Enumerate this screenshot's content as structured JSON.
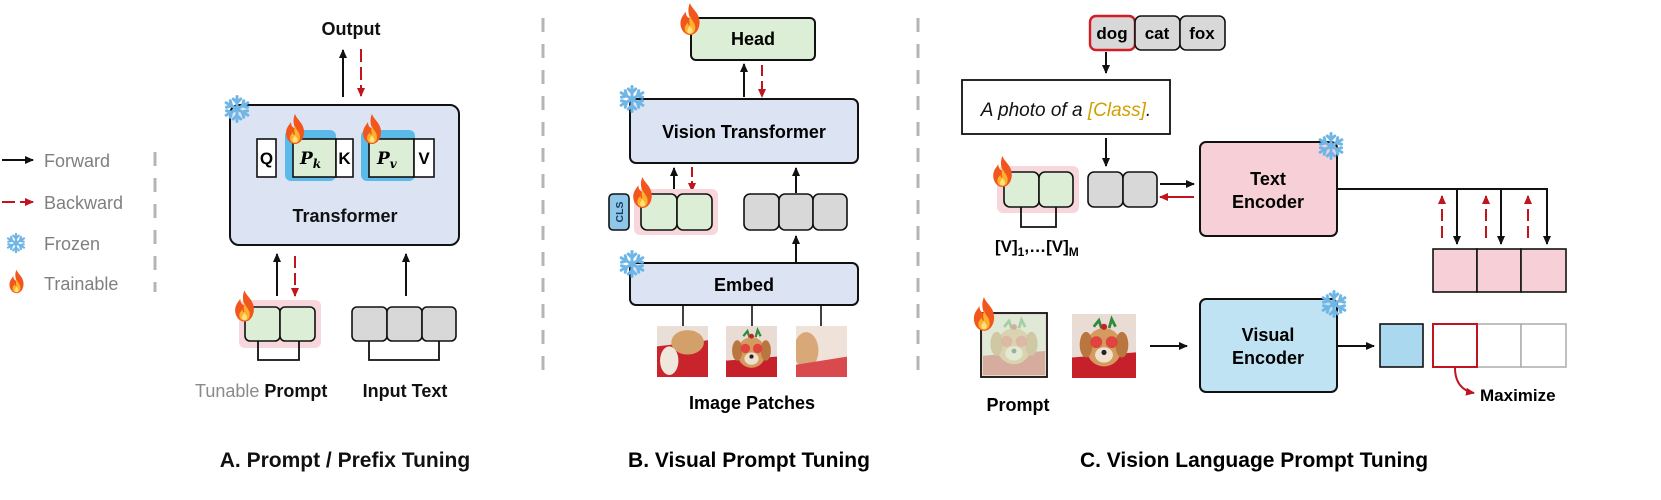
{
  "legend": {
    "forward": "Forward",
    "backward": "Backward",
    "frozen": "Frozen",
    "trainable": "Trainable"
  },
  "panel_a": {
    "output": "Output",
    "q": "Q",
    "pk": "P",
    "pk_sub": "k",
    "k": "K",
    "pv": "P",
    "pv_sub": "v",
    "v": "V",
    "transformer": "Transformer",
    "tunable": "Tunable",
    "prompt": "Prompt",
    "input_text": "Input Text",
    "caption": "A. Prompt / Prefix Tuning"
  },
  "panel_b": {
    "head": "Head",
    "vision_transformer": "Vision Transformer",
    "cls": "CLS",
    "embed": "Embed",
    "image_patches": "Image Patches",
    "caption": "B. Visual Prompt Tuning"
  },
  "panel_c": {
    "tokens": [
      "dog",
      "cat",
      "fox"
    ],
    "template_before": "A photo of a ",
    "template_class": "[Class]",
    "template_after": ".",
    "context_vectors": "[V]",
    "context_sub1": "1",
    "context_mid": ",…[V]",
    "context_subM": "M",
    "text_encoder_line1": "Text",
    "text_encoder_line2": "Encoder",
    "visual_encoder_line1": "Visual",
    "visual_encoder_line2": "Encoder",
    "prompt": "Prompt",
    "maximize": "Maximize",
    "caption": "C. Vision Language Prompt Tuning"
  },
  "colors": {
    "green_cell": "#dcefd6",
    "gray_cell": "#d8d8d8",
    "blue_box": "#dce4f4",
    "pink_box": "#f7cfd6",
    "cyan_box": "#bfe3f3",
    "prompt_glow": "#f7d6dc",
    "key_glow": "#5bbbe8",
    "backward_red": "#c0141e",
    "class_gold": "#d0a000",
    "divider": "#b5b5b5"
  }
}
